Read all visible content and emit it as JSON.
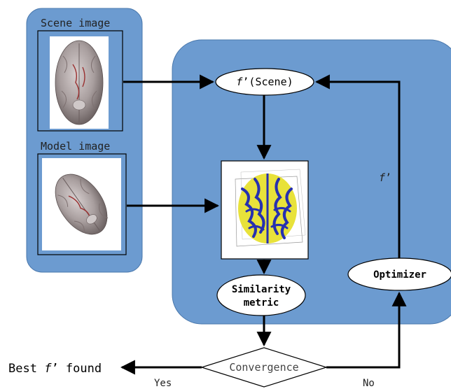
{
  "panels": {
    "scene_label": "Scene image",
    "model_label": "Model image"
  },
  "nodes": {
    "transform_prefix": "f",
    "transform_suffix": "’(Scene)",
    "similarity_line1": "Similarity",
    "similarity_line2": "metric",
    "optimizer": "Optimizer",
    "convergence": "Convergence"
  },
  "edges": {
    "feedback_prefix": "f",
    "feedback_suffix": "’",
    "yes": "Yes",
    "no": "No"
  },
  "result": {
    "prefix": "Best ",
    "italic": "f",
    "suffix": "’ found"
  },
  "colors": {
    "panel_fill": "#6c9bd0",
    "panel_stroke": "#4a78ac",
    "brain_blue": "#2630b0",
    "brain_yellow": "#e8e23a"
  }
}
